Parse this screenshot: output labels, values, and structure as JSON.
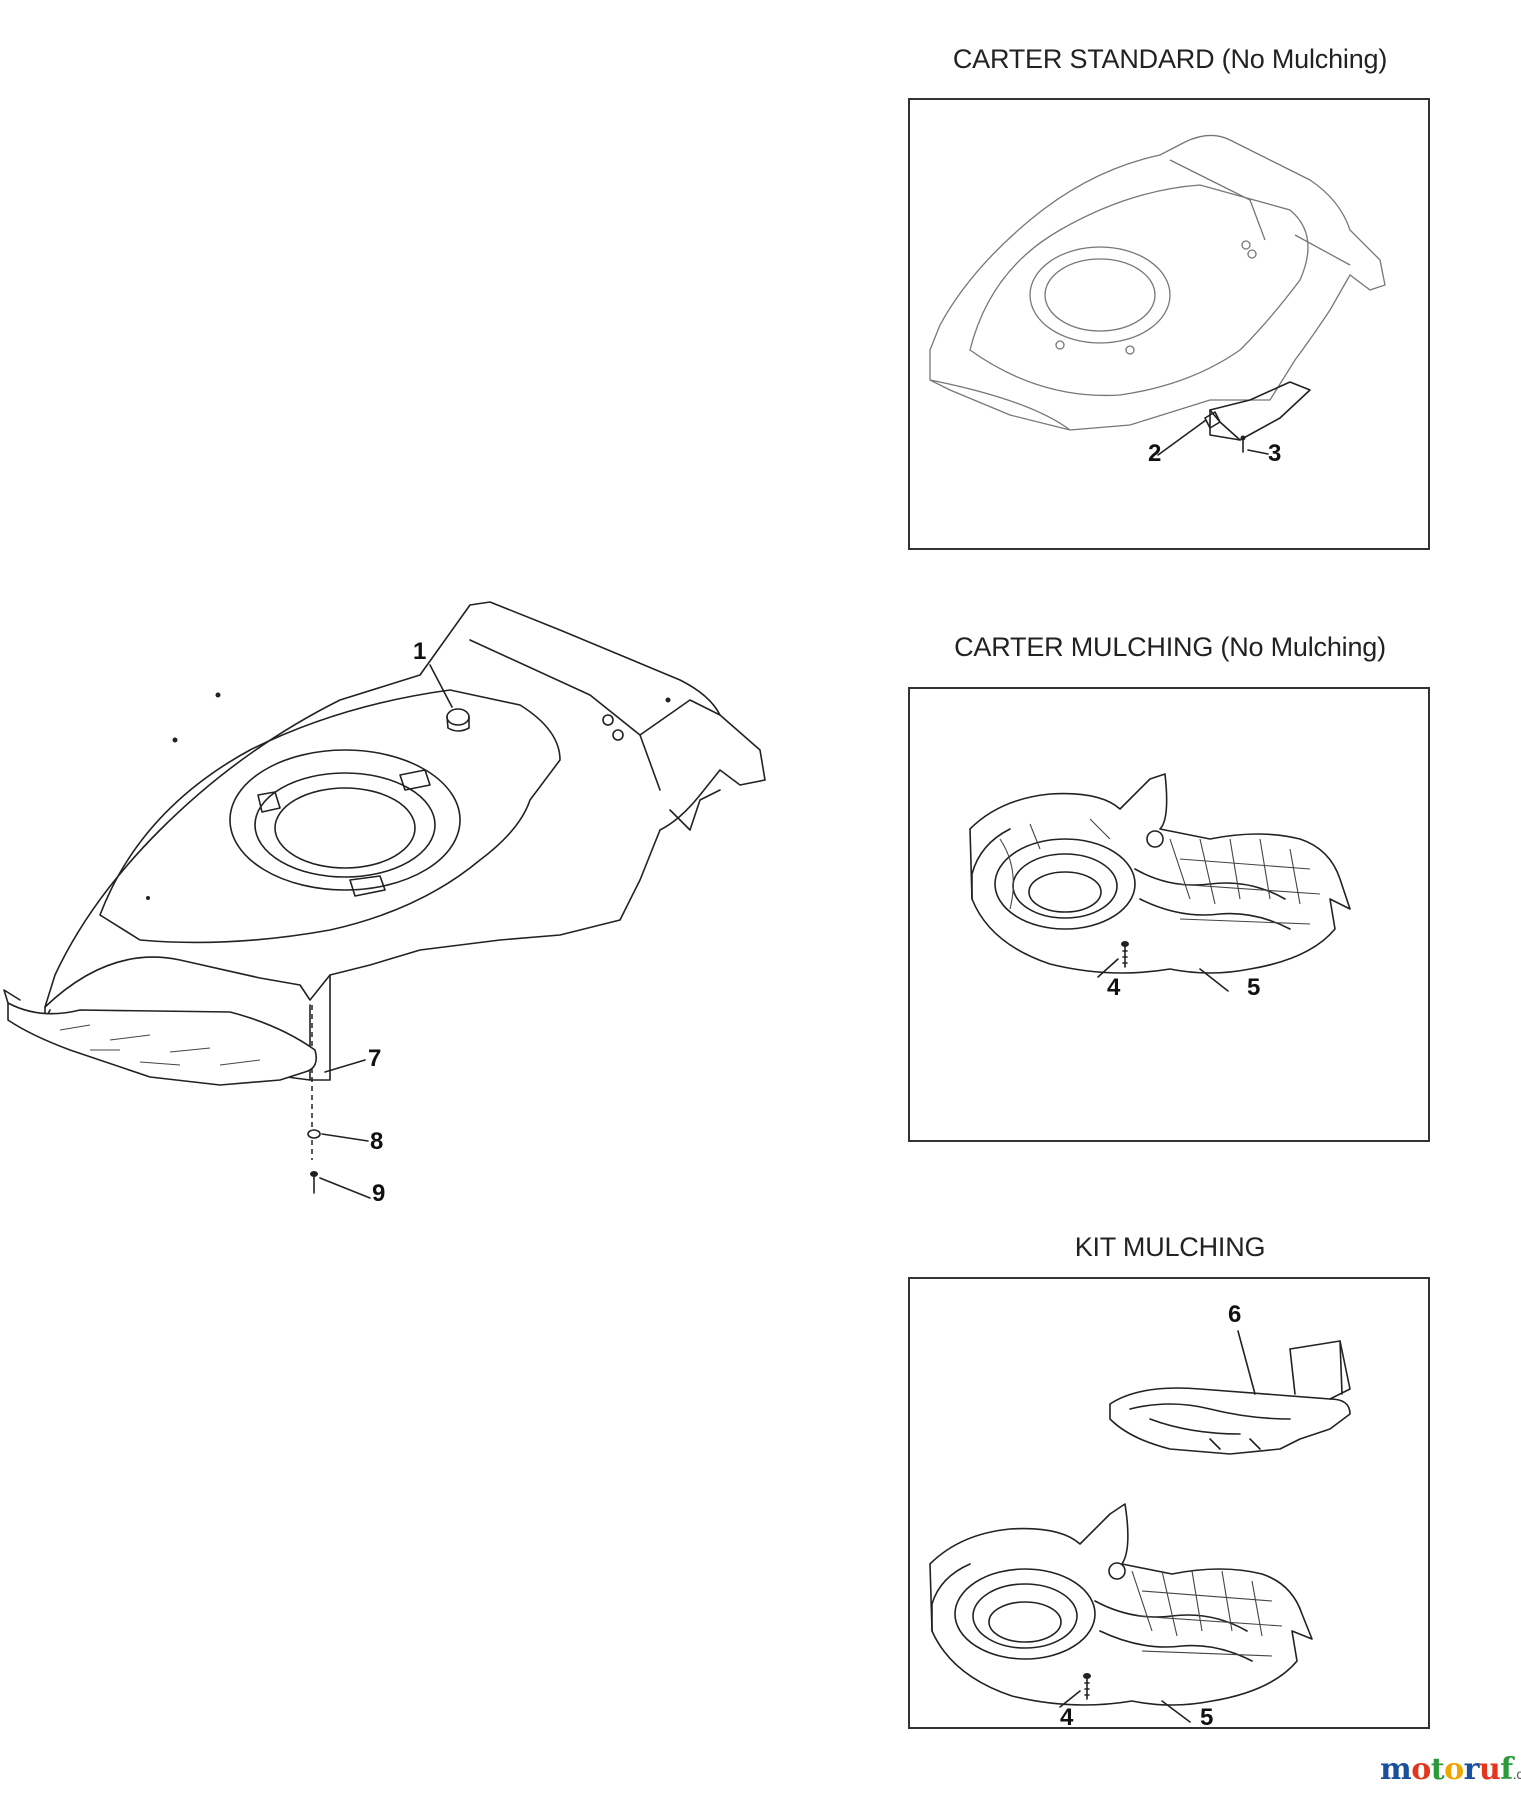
{
  "panels": [
    {
      "title": "CARTER STANDARD (No Mulching)",
      "callouts": [
        "2",
        "3"
      ]
    },
    {
      "title": "CARTER MULCHING (No Mulching)",
      "callouts": [
        "4",
        "5"
      ]
    },
    {
      "title": "KIT MULCHING",
      "callouts": [
        "6",
        "4",
        "5"
      ]
    }
  ],
  "main": {
    "callouts": [
      "1",
      "7",
      "8",
      "9"
    ]
  },
  "logo": {
    "text": "motoruf",
    "suffix": ".de"
  }
}
